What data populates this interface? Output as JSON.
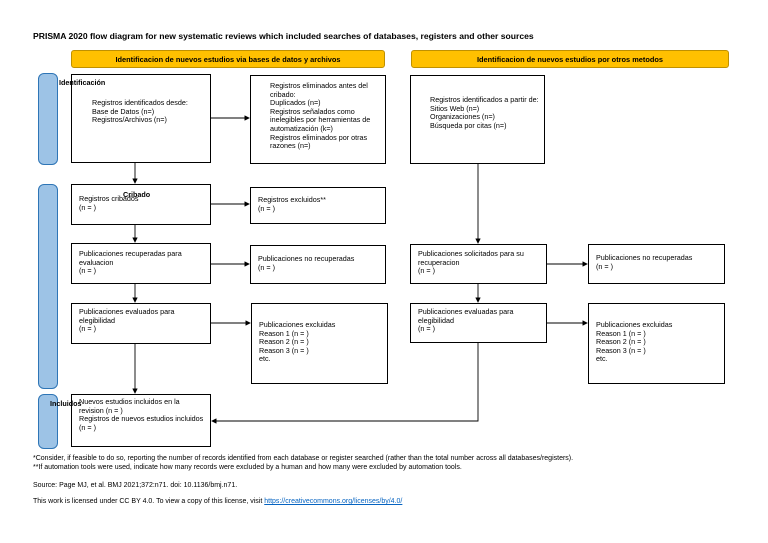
{
  "title": "PRISMA 2020 flow diagram for new systematic reviews which included searches of databases, registers and other sources",
  "banners": {
    "left": "Identificacion de nuevos estudios via bases de datos y archivos",
    "right": "Identificacion de nuevos estudios por otros metodos"
  },
  "stages": {
    "identification": "Identificación",
    "screening": "Cribado",
    "included": "Incluidos"
  },
  "boxes": {
    "records_identified": "Registros identificados desde:\nBase de Datos (n=)\nRegistros/Archivos (n=)",
    "records_removed": "Registros eliminados antes del cribado:\nDuplicados (n=)\nRegistros señalados como inelegibles por herramientas de automatización (k=)\nRegistros eliminados por otras razones (n=)",
    "other_identified": "Registros identificados a partir de:\nSitios Web (n=)\nOrganizaciones (n=)\nBúsqueda por citas (n=)",
    "records_screened": "Registros cribados\n(n = )",
    "records_excluded": "Registros excluidos**\n(n = )",
    "reports_sought": "Publicaciones recuperadas para evaluacion\n(n = )",
    "reports_not_retrieved": "Publicaciones no recuperadas\n(n = )",
    "other_sought": "Publicaciones solicitados para su recuperacion\n(n = )",
    "other_not_retrieved": "Publicaciones no recuperadas\n(n = )",
    "reports_assessed": "Publicaciones evaluados para elegibilidad\n(n = )",
    "reports_excluded": "Publicaciones excluidas\n      Reason 1 (n = )\n      Reason 2 (n = )\n      Reason 3 (n = )\n      etc.",
    "other_assessed": "Publicaciones evaluadas para elegibilidad\n(n = )",
    "other_excluded": "Publicaciones excluidas\n      Reason 1 (n = )\n      Reason 2 (n = )\n      Reason 3 (n = )\n      etc.",
    "studies_included": "Nuevos estudios incluidos en la revision (n = )\nRegistros de nuevos estudios incluidos\n(n = )"
  },
  "footnotes": {
    "consider": "*Consider, if feasible to do so, reporting the number of records identified from each database or register searched (rather than the total number across all databases/registers).",
    "automation": "**If automation tools were used, indicate how many records were excluded by a human and how many were excluded by automation tools.",
    "source": "Source: Page MJ, et al. BMJ 2021;372:n71. doi: 10.1136/bmj.n71.",
    "license_prefix": "This work is licensed under CC BY 4.0. To view a copy of this license, visit ",
    "license_url": "https://creativecommons.org/licenses/by/4.0/"
  },
  "colors": {
    "banner": "#ffc000",
    "side_bar": "#9dc3e6",
    "side_bar_border": "#2e75b6",
    "link": "#0563c1"
  }
}
